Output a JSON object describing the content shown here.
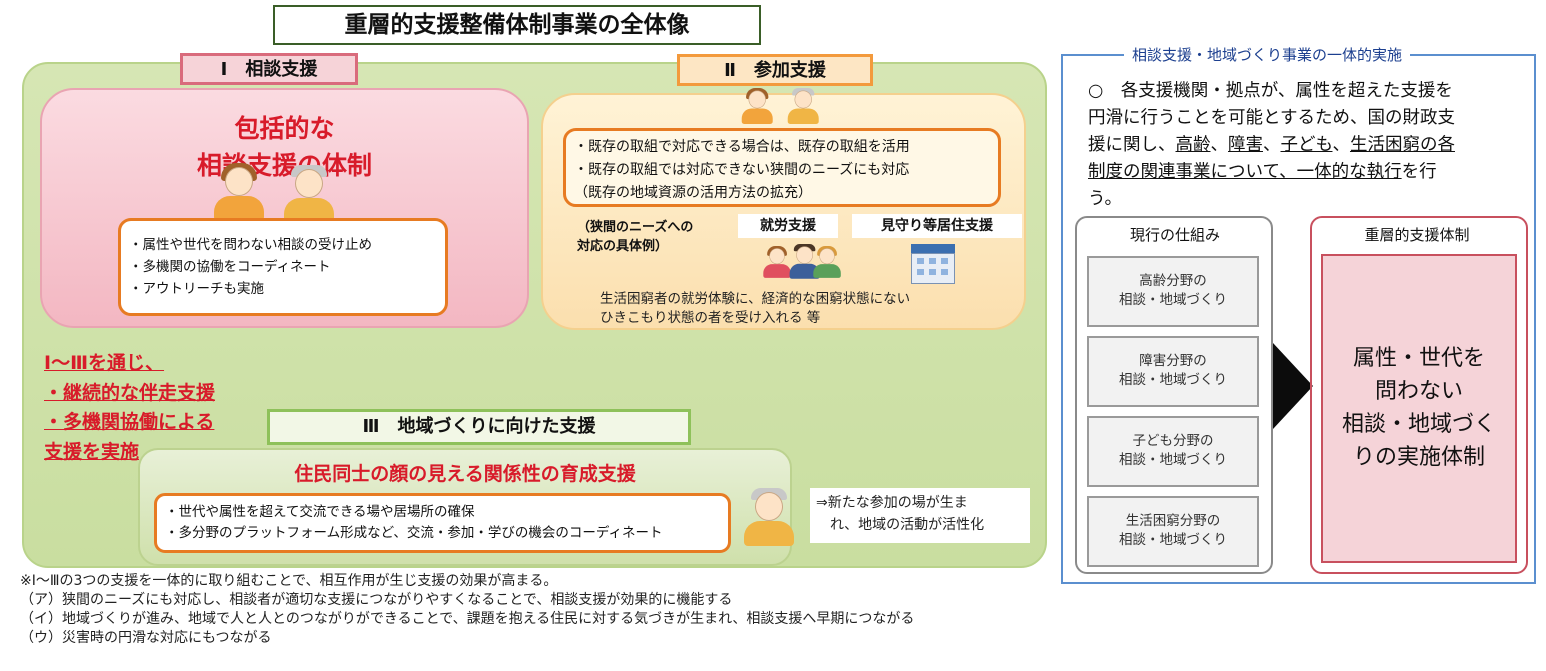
{
  "title": "重層的支援整備体制事業の全体像",
  "sections": {
    "s1": {
      "tab": "Ⅰ　相談支援",
      "headline": [
        "包括的な",
        "相談支援の体制"
      ],
      "items": [
        "・属性や世代を問わない相談の受け止め",
        "・多機関の協働をコーディネート",
        "・アウトリーチも実施"
      ]
    },
    "s2": {
      "tab": "Ⅱ　参加支援",
      "items": [
        "・既存の取組で対応できる場合は、既存の取組を活用",
        "・既存の取組では対応できない狭間のニーズにも対応",
        "（既存の地域資源の活用方法の拡充）"
      ],
      "example_label": [
        "（狭間のニーズへの",
        "対応の具体例）"
      ],
      "chips": [
        "就労支援",
        "見守り等居住支援"
      ],
      "note": [
        "生活困窮者の就労体験に、経済的な困窮状態にない",
        "ひきこもり状態の者を受け入れる 等"
      ]
    },
    "s3": {
      "tab": "Ⅲ　地域づくりに向けた支援",
      "headline": "住民同士の顔の見える関係性の育成支援",
      "items": [
        "・世代や属性を超えて交流できる場や居場所の確保",
        "・多分野のプラットフォーム形成など、交流・参加・学びの機会のコーディネート"
      ],
      "result": [
        "⇒新たな参加の場が生ま",
        "　れ、地域の活動が活性化"
      ]
    }
  },
  "summary": [
    "Ⅰ～Ⅲを通じ、",
    "・継続的な伴走支援",
    "・多機関協働による",
    "支援を実施"
  ],
  "right": {
    "caption": "相談支援・地域づくり事業の一体的実施",
    "text_lines": [
      {
        "plain": "○　各支援機関・拠点が、属性を超えた支援を"
      },
      {
        "plain": "円滑に行うことを可能とするため、国の財政支"
      },
      {
        "pre": "援に関し、",
        "u1": "高齢",
        "m1": "、",
        "u2": "障害",
        "m2": "、",
        "u3": "子ども",
        "m3": "、",
        "u4": "生活困窮の各"
      },
      {
        "u": "制度の関連事業について、一体的な執行",
        "post": "を行"
      },
      {
        "plain": "う。"
      }
    ],
    "current": {
      "title": "現行の仕組み",
      "boxes": [
        [
          "高齢分野の",
          "相談・地域づくり"
        ],
        [
          "障害分野の",
          "相談・地域づくり"
        ],
        [
          "子ども分野の",
          "相談・地域づくり"
        ],
        [
          "生活困窮分野の",
          "相談・地域づくり"
        ]
      ]
    },
    "target": {
      "title": "重層的支援体制",
      "lines": [
        "属性・世代を",
        "問わない",
        "相談・地域づく",
        "りの実施体制"
      ]
    }
  },
  "footnotes": [
    "※Ⅰ～Ⅲの3つの支援を一体的に取り組むことで、相互作用が生じ支援の効果が高まる。",
    "（ア）狭間のニーズにも対応し、相談者が適切な支援につながりやすくなることで、相談支援が効果的に機能する",
    "（イ）地域づくりが進み、地域で人と人とのつながりができることで、課題を抱える住民に対する気づきが生まれ、相談支援へ早期につながる",
    "（ウ）災害時の円滑な対応にもつながる"
  ],
  "colors": {
    "accent_red": "#d81b2a",
    "orange_border": "#e77b22",
    "green_panel": "#d6e6b4",
    "blue_frame": "#5b8fcf"
  }
}
